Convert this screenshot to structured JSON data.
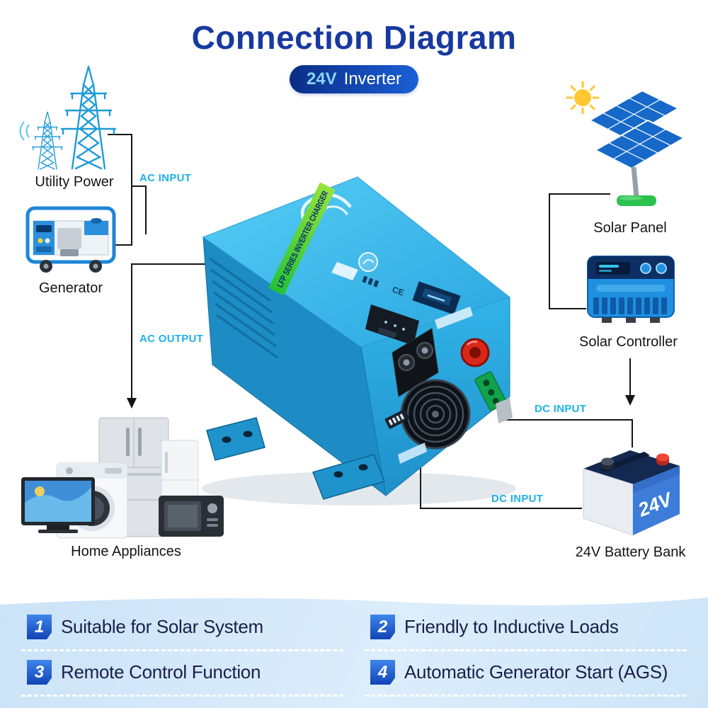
{
  "header": {
    "title": "Connection Diagram",
    "badge": {
      "voltage": "24V",
      "product": "Inverter"
    }
  },
  "diagram": {
    "nodes": {
      "utility_power": {
        "label": "Utility Power"
      },
      "generator": {
        "label": "Generator"
      },
      "home_appliances": {
        "label": "Home Appliances"
      },
      "solar_panel": {
        "label": "Solar Panel"
      },
      "solar_controller": {
        "label": "Solar Controller"
      },
      "battery_bank": {
        "label": "24V Battery Bank",
        "marking": "24V"
      },
      "inverter": {
        "stripe_text": "LFP SERIES INVERTER CHARGER",
        "ce_mark": "CE"
      }
    },
    "connections": {
      "ac_input": "AC INPUT",
      "ac_output": "AC OUTPUT",
      "dc_input_top": "DC INPUT",
      "dc_input_bottom": "DC INPUT"
    }
  },
  "features": [
    {
      "num": "1",
      "text": "Suitable for Solar System"
    },
    {
      "num": "2",
      "text": "Friendly to Inductive Loads"
    },
    {
      "num": "3",
      "text": "Remote Control Function"
    },
    {
      "num": "4",
      "text": "Automatic Generator Start (AGS)"
    }
  ],
  "colors": {
    "title_blue": "#1839a0",
    "label_cyan": "#1fb1e9",
    "inverter_blue": "#2aa9e0",
    "stripe_green": "#35c93c",
    "battery_blue": "#3d7cd9",
    "badge_gradient_start": "#0a2d86",
    "badge_gradient_end": "#1b5fd6"
  }
}
